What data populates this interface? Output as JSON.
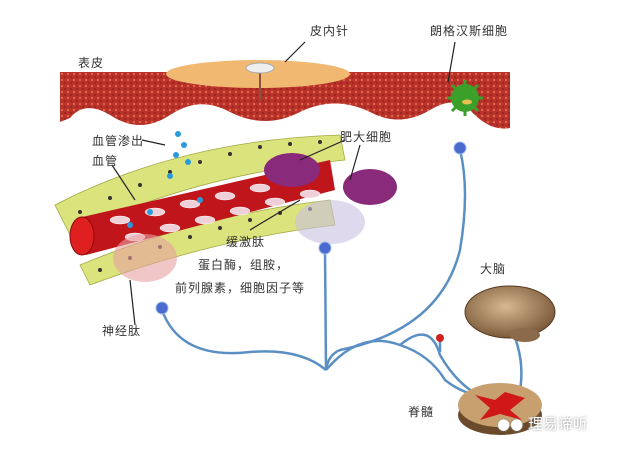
{
  "labels": {
    "epidermis": "表皮",
    "intradermal_needle": "皮内针",
    "langerhans_cell": "朗格汉斯细胞",
    "vascular_exudation": "血管渗出",
    "blood_vessel": "血管",
    "mast_cell": "肥大细胞",
    "bradykinin": "缓激肽",
    "mediators_line1": "蛋白酶，组胺，",
    "mediators_line2": "前列腺素，细胞因子等",
    "neuropeptide": "神经肽",
    "brain": "大脑",
    "spinal_cord": "脊髓"
  },
  "watermark": "理易谛听",
  "colors": {
    "skin": "#b8322a",
    "needle_patch": "#f0b870",
    "langerhans": "#3aa02a",
    "nerve": "#5b8fc4",
    "vessel": "#c0151a",
    "mast_cell": "#8a2a7a",
    "cells": "#d8e070"
  }
}
